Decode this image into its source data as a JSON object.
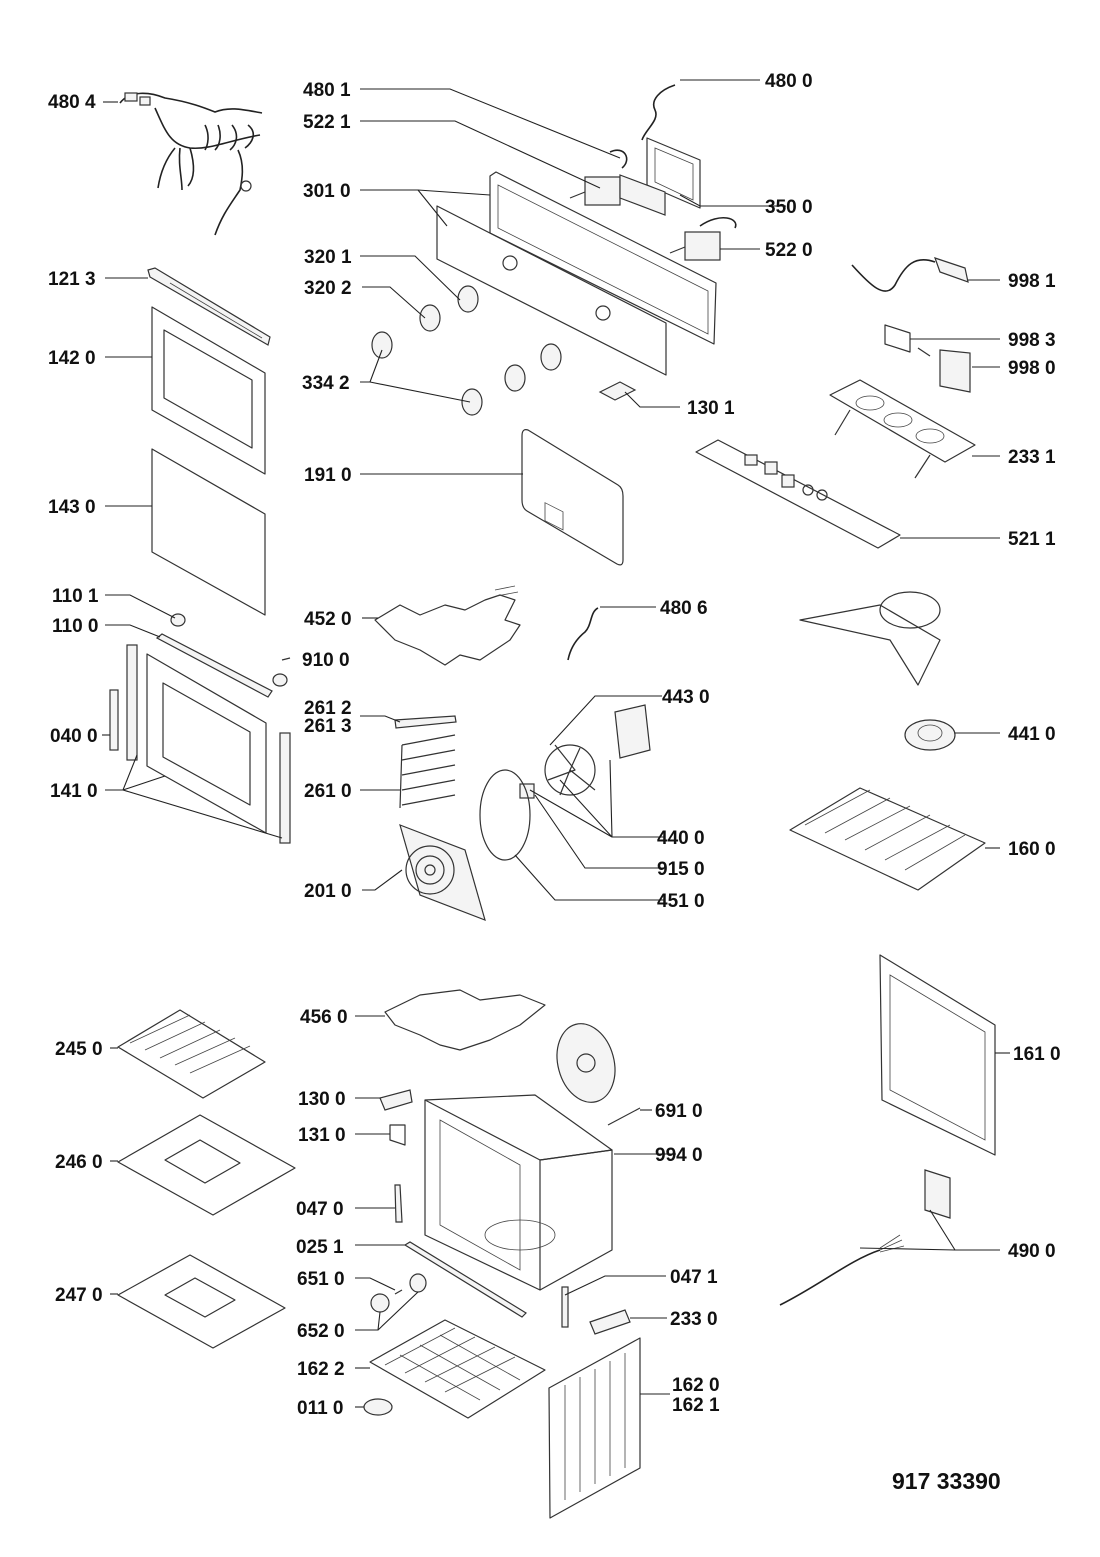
{
  "document_number": "917 33390",
  "colors": {
    "ink": "#111111",
    "background": "#ffffff"
  },
  "labels": [
    {
      "id": "p4804",
      "text": "480 4"
    },
    {
      "id": "p4801",
      "text": "480 1"
    },
    {
      "id": "p5221",
      "text": "522 1"
    },
    {
      "id": "p4800",
      "text": "480 0"
    },
    {
      "id": "p3010",
      "text": "301 0"
    },
    {
      "id": "p3500",
      "text": "350 0"
    },
    {
      "id": "p5220",
      "text": "522 0"
    },
    {
      "id": "p1213",
      "text": "121 3"
    },
    {
      "id": "p3201",
      "text": "320 1"
    },
    {
      "id": "p3202",
      "text": "320 2"
    },
    {
      "id": "p9981",
      "text": "998 1"
    },
    {
      "id": "p1420",
      "text": "142 0"
    },
    {
      "id": "p3342",
      "text": "334 2"
    },
    {
      "id": "p9983",
      "text": "998 3"
    },
    {
      "id": "p9980",
      "text": "998 0"
    },
    {
      "id": "p1301",
      "text": "130 1"
    },
    {
      "id": "p1910",
      "text": "191 0"
    },
    {
      "id": "p2331",
      "text": "233 1"
    },
    {
      "id": "p1430",
      "text": "143 0"
    },
    {
      "id": "p5211",
      "text": "521 1"
    },
    {
      "id": "p1101",
      "text": "110 1"
    },
    {
      "id": "p4520",
      "text": "452 0"
    },
    {
      "id": "p4806",
      "text": "480 6"
    },
    {
      "id": "p1100",
      "text": "110 0"
    },
    {
      "id": "p9100",
      "text": "910 0"
    },
    {
      "id": "p4430",
      "text": "443 0"
    },
    {
      "id": "p2612",
      "text": "261 2"
    },
    {
      "id": "p2613",
      "text": "261 3"
    },
    {
      "id": "p0400",
      "text": "040 0"
    },
    {
      "id": "p4410",
      "text": "441 0"
    },
    {
      "id": "p1410",
      "text": "141 0"
    },
    {
      "id": "p2610",
      "text": "261 0"
    },
    {
      "id": "p4400",
      "text": "440 0"
    },
    {
      "id": "p1600",
      "text": "160 0"
    },
    {
      "id": "p9150",
      "text": "915 0"
    },
    {
      "id": "p2010",
      "text": "201 0"
    },
    {
      "id": "p4510",
      "text": "451 0"
    },
    {
      "id": "p4560",
      "text": "456 0"
    },
    {
      "id": "p2450",
      "text": "245 0"
    },
    {
      "id": "p1610",
      "text": "161 0"
    },
    {
      "id": "p1300",
      "text": "130 0"
    },
    {
      "id": "p6910",
      "text": "691 0"
    },
    {
      "id": "p1310",
      "text": "131 0"
    },
    {
      "id": "p2460",
      "text": "246 0"
    },
    {
      "id": "p9940",
      "text": "994 0"
    },
    {
      "id": "p0470",
      "text": "047 0"
    },
    {
      "id": "p0251",
      "text": "025 1"
    },
    {
      "id": "p4900",
      "text": "490 0"
    },
    {
      "id": "p6510",
      "text": "651 0"
    },
    {
      "id": "p0471",
      "text": "047 1"
    },
    {
      "id": "p2470",
      "text": "247 0"
    },
    {
      "id": "p2330",
      "text": "233 0"
    },
    {
      "id": "p6520",
      "text": "652 0"
    },
    {
      "id": "p1622",
      "text": "162 2"
    },
    {
      "id": "p1620",
      "text": "162 0"
    },
    {
      "id": "p1621",
      "text": "162 1"
    },
    {
      "id": "p0110",
      "text": "011 0"
    }
  ]
}
